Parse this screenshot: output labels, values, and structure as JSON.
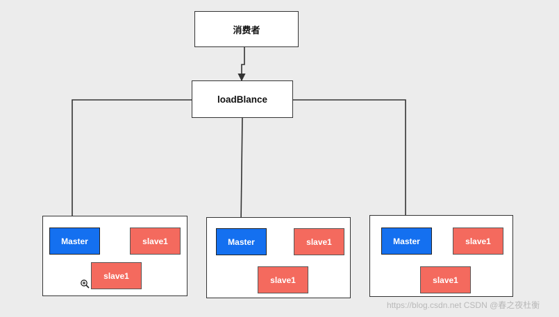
{
  "consumer": {
    "label": "消费者"
  },
  "balancer": {
    "label": "loadBlance"
  },
  "groups": [
    {
      "master": "Master",
      "slave_top": "slave1",
      "slave_bottom": "slave1"
    },
    {
      "master": "Master",
      "slave_top": "slave1",
      "slave_bottom": "slave1"
    },
    {
      "master": "Master",
      "slave_top": "slave1",
      "slave_bottom": "slave1"
    }
  ],
  "watermark": "https://blog.csdn.net  CSDN @春之夜杜衡",
  "colors": {
    "background": "#ececec",
    "master": "#1470f0",
    "slave": "#f46a5e",
    "line": "#333333"
  },
  "icons": [
    "zoom-cursor-icon"
  ]
}
